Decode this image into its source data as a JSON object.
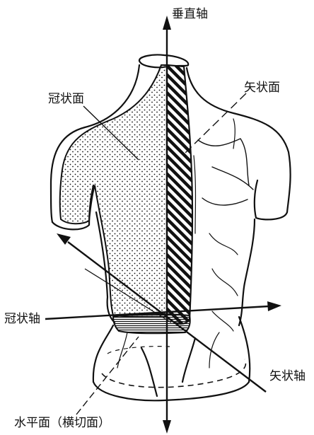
{
  "labels": {
    "vertical_axis": "垂直轴",
    "sagittal_plane": "矢状面",
    "coronal_plane": "冠状面",
    "coronal_axis": "冠状轴",
    "sagittal_axis": "矢状轴",
    "horizontal_plane": "水平面（横切面）"
  },
  "colors": {
    "ink": "#111111",
    "background": "#ffffff"
  }
}
